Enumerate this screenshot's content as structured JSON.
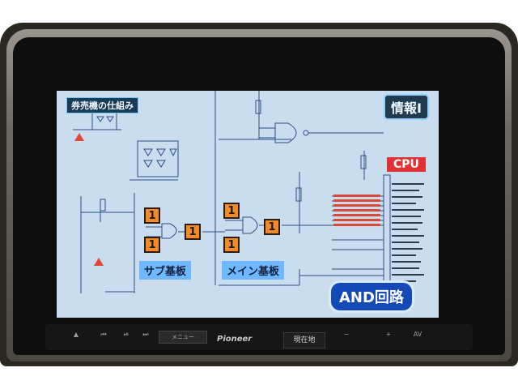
{
  "screen": {
    "title_left": "券売機の仕組み",
    "title_right": "情報I",
    "cpu_label": "CPU",
    "one_symbol": "1",
    "sub_board_label": "サブ基板",
    "main_board_label": "メイン基板",
    "and_circuit_label": "AND回路"
  },
  "head_unit": {
    "brand": "Pioneer",
    "menu_label": "メニュー",
    "current_location_label": "現在地",
    "av_label": "AV"
  },
  "colors": {
    "screen_bg": "#c9ddef",
    "wire": "#2f4f86",
    "one_box": "#f08a2a",
    "cpu_box": "#e03232",
    "label_blue": "#6fb8ff",
    "and_banner": "#1549b8"
  }
}
